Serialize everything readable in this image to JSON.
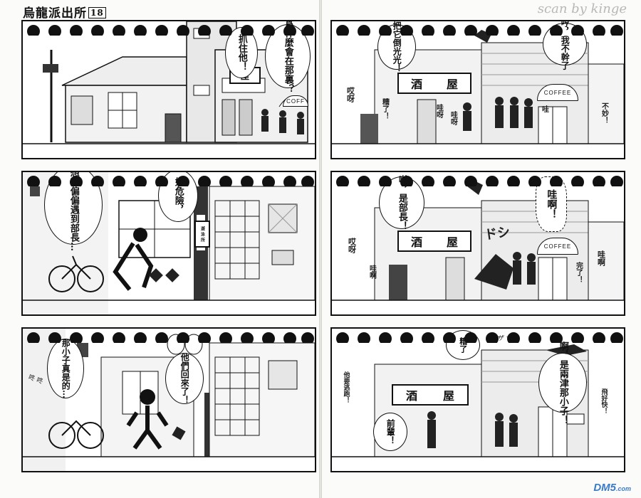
{
  "header": {
    "title": "烏龍派出所",
    "volume": "18"
  },
  "watermark": "scan by kinge",
  "site_logo": {
    "main": "DM5",
    "suffix": ".com"
  },
  "panels": {
    "l1": {
      "bubble_a": "爲什麼會在那裏？",
      "bubble_b": "抓住他！",
      "shop_sign": "屋",
      "cafe": "COFF"
    },
    "l2": {
      "bubble_a": "沒想到偏偏遇到部長…",
      "bubble_b": "好危險，",
      "door_sign": "遊 泳 所"
    },
    "l3": {
      "bubble_a": "那小子真是的…",
      "bubble_b": "他們回來了！",
      "sfx": "咚 咚"
    },
    "r1": {
      "bubble_a": "把它倒光光！",
      "bubble_b": "哼，我不幹了",
      "sign_a": "酒",
      "sign_b": "屋",
      "cafe": "COFFEE",
      "sfx_1": "哎呀",
      "sfx_2": "糟了！",
      "sfx_3": "哇呀",
      "sfx_4": "哇呀",
      "sfx_5": "哇",
      "sfx_6": "不妙！"
    },
    "r2": {
      "bubble_a": "嚇，是部長！",
      "bubble_b": "哇啊！",
      "sign_a": "酒",
      "sign_b": "屋",
      "cafe": "COFFEE",
      "sfx_1": "哎呀",
      "sfx_2": "哇啊",
      "sfx_3": "完了！",
      "sfx_4": "哇啊",
      "sfx_5": "ドシ"
    },
    "r3": {
      "bubble_a": "啊，是兩津那小子！",
      "bubble_b": "糟了",
      "bubble_c": "前輩！",
      "sign_a": "酒",
      "sign_b": "屋",
      "sfx_1": "他要逃跑！",
      "sfx_2": "飛好快！",
      "sfx_3": "ザ ザ"
    }
  }
}
